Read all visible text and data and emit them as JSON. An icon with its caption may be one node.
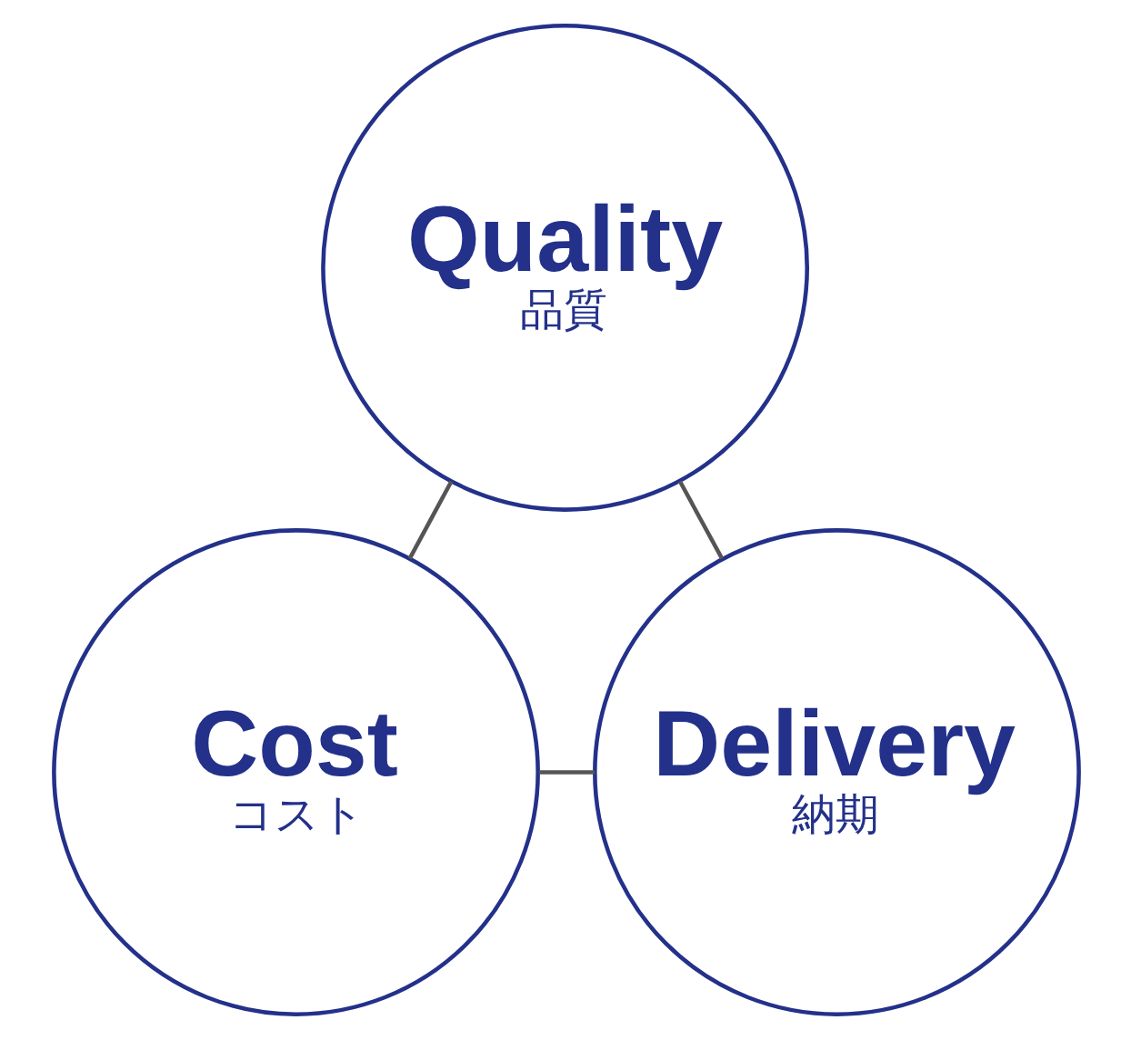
{
  "diagram": {
    "nodes": [
      {
        "text": [
          "Quality",
          "品質"
        ]
      },
      {
        "text": [
          "Cost",
          "コスト"
        ]
      },
      {
        "text": [
          "Delivery",
          "納期"
        ]
      }
    ],
    "edges": [
      {
        "from": 0,
        "to": 1,
        "arrow": "none"
      },
      {
        "from": 0,
        "to": 2,
        "arrow": "none"
      },
      {
        "from": 1,
        "to": 2,
        "arrow": "none"
      }
    ]
  }
}
